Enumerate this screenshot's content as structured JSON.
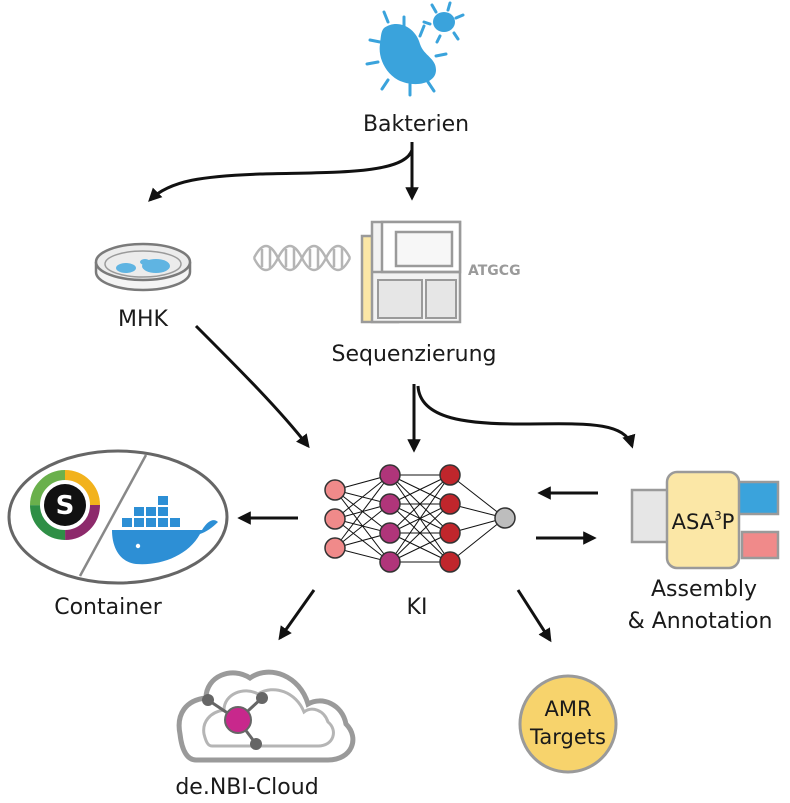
{
  "nodes": {
    "bacteria": {
      "label": "Bakterien",
      "icon": "bacteria-icon"
    },
    "mhk": {
      "label": "MHK",
      "icon": "petri-dish-icon"
    },
    "sequencing": {
      "label": "Sequenzierung",
      "icon": "sequencer-icon",
      "dna_text": "ATGCG"
    },
    "ki": {
      "label": "KI",
      "icon": "neural-network-icon"
    },
    "container": {
      "label": "Container",
      "icon": "container-icon"
    },
    "asap": {
      "label_line1": "Assembly",
      "label_line2": "& Annotation",
      "icon_text": "ASA",
      "icon_sup": "3",
      "icon_suffix": "P"
    },
    "cloud": {
      "label": "de.NBI-Cloud",
      "icon": "cloud-icon"
    },
    "amr": {
      "line1": "AMR",
      "line2": "Targets"
    }
  },
  "colors": {
    "bacteria": "#3aa3dc",
    "sequencer_accent": "#fbe7a6",
    "nn_input": "#f08a8a",
    "nn_hidden1": "#b0357a",
    "nn_hidden2": "#c0262c",
    "nn_output": "#bdbdbd",
    "asap_body": "#fbe7a6",
    "asap_blue": "#3aa3dc",
    "asap_red": "#f08a8a",
    "amr_fill": "#f7d36c",
    "cloud_node": "#c8288c",
    "docker_blue": "#2d8fd5"
  }
}
